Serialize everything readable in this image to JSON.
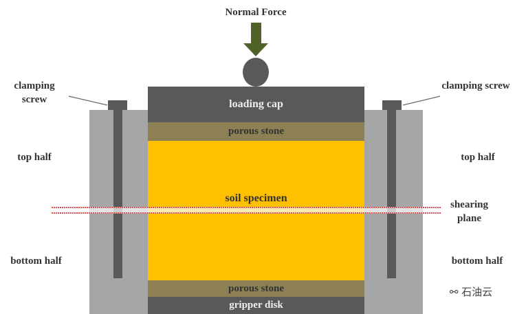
{
  "title": "Normal Force",
  "labels": {
    "loading_cap": "loading cap",
    "porous_top": "porous stone",
    "soil": "soil specimen",
    "porous_bottom": "porous stone",
    "gripper": "gripper disk",
    "clamp_left": "clamping screw",
    "clamp_right": "clamping screw",
    "top_left": "top half",
    "top_right": "top half",
    "bottom_left": "bottom half",
    "bottom_right": "bottom half",
    "shear": "shearing plane"
  },
  "watermark": "石油云",
  "colors": {
    "box": "#a6a6a6",
    "dark": "#595959",
    "stone": "#8c8054",
    "soil": "#ffc000",
    "arrow": "#4f6228",
    "shear": "#e05050"
  }
}
